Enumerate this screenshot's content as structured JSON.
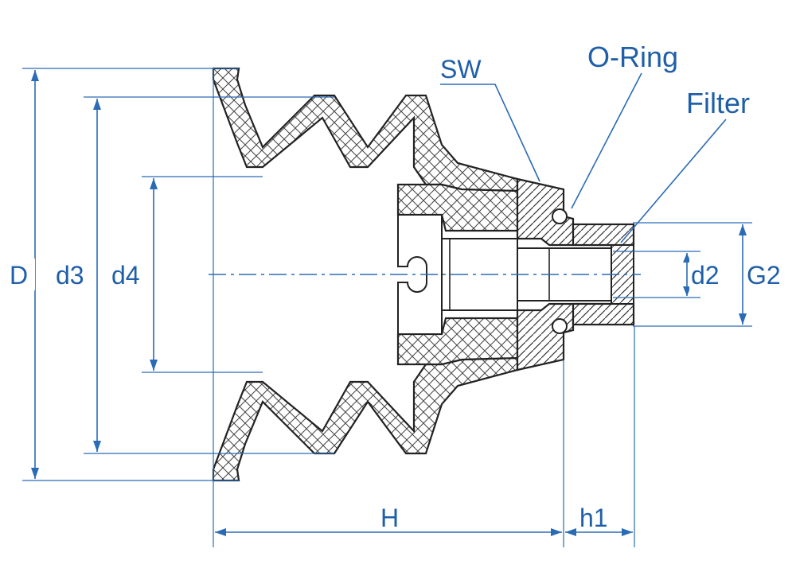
{
  "labels": {
    "D": "D",
    "d3": "d3",
    "d4": "d4",
    "d2": "d2",
    "G2": "G2",
    "H": "H",
    "h1": "h1",
    "SW": "SW",
    "o_ring": "O-Ring",
    "filter": "Filter"
  },
  "colors": {
    "dimension": "#2a6bb5",
    "text": "#1f5fa8",
    "outline": "#222222",
    "hatch": "#444444"
  }
}
